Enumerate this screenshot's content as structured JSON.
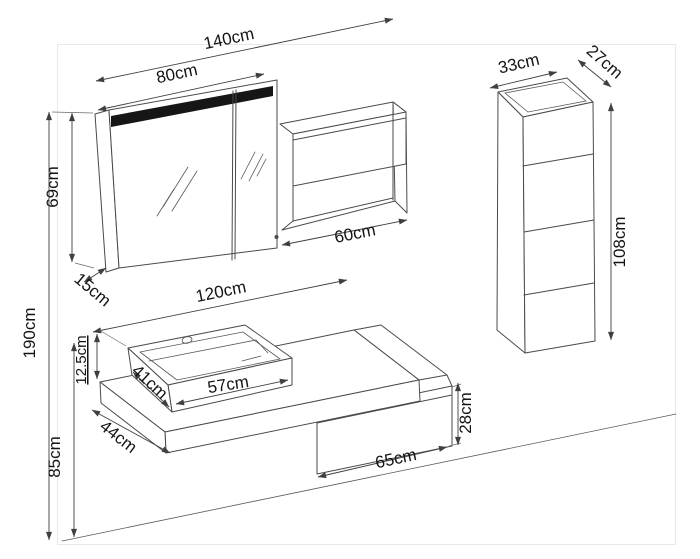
{
  "title": "Bathroom furniture set technical drawing",
  "units": "cm",
  "dimensions": {
    "mirror_cabinet": {
      "total_width": "140cm",
      "door_section_width": "80cm",
      "height": "69cm",
      "depth": "15cm",
      "shelf_width": "60cm"
    },
    "tall_cabinet": {
      "width": "33cm",
      "depth": "27cm",
      "height": "108cm"
    },
    "vanity": {
      "countertop_width": "120cm",
      "countertop_depth": "44cm",
      "sink_width": "57cm",
      "sink_depth": "41cm",
      "sink_height": "12.5cm",
      "drawer_width": "65cm",
      "drawer_height": "28cm"
    },
    "overall": {
      "total_height": "190cm",
      "countertop_height": "85cm"
    }
  },
  "colors": {
    "line": "#4a4a4a",
    "dimension_line": "#3f3f3f",
    "text": "#141414",
    "led_strip": "#161616",
    "background": "#ffffff",
    "frame_border": "#e9e9e9"
  }
}
